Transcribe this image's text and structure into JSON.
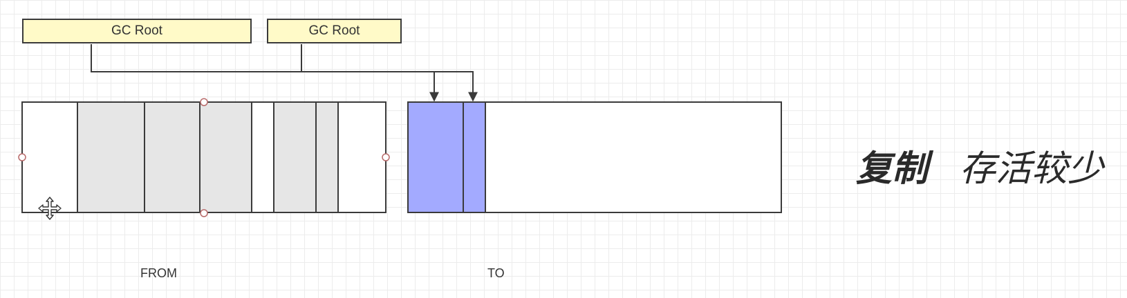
{
  "gc_roots": [
    {
      "label": "GC Root"
    },
    {
      "label": "GC Root"
    }
  ],
  "spaces": {
    "from": {
      "label": "FROM",
      "blocks": [
        {
          "state": "empty"
        },
        {
          "state": "occupied"
        },
        {
          "state": "occupied"
        },
        {
          "state": "occupied"
        },
        {
          "state": "empty"
        },
        {
          "state": "occupied"
        },
        {
          "state": "occupied"
        },
        {
          "state": "empty"
        }
      ]
    },
    "to": {
      "label": "TO",
      "blocks": [
        {
          "state": "copied"
        },
        {
          "state": "copied"
        },
        {
          "state": "free"
        }
      ]
    }
  },
  "caption": {
    "strong": "复制",
    "rest": "存活较少"
  },
  "colors": {
    "root_fill": "#fffac8",
    "occupied_fill": "#e6e6e6",
    "copied_fill": "#a3aaff",
    "stroke": "#3a3a3a",
    "grid": "#ececec"
  },
  "icons": {
    "cursor": "move-cursor-icon",
    "handles": "selection-handle-icon",
    "arrows": "reference-arrow-icon"
  }
}
